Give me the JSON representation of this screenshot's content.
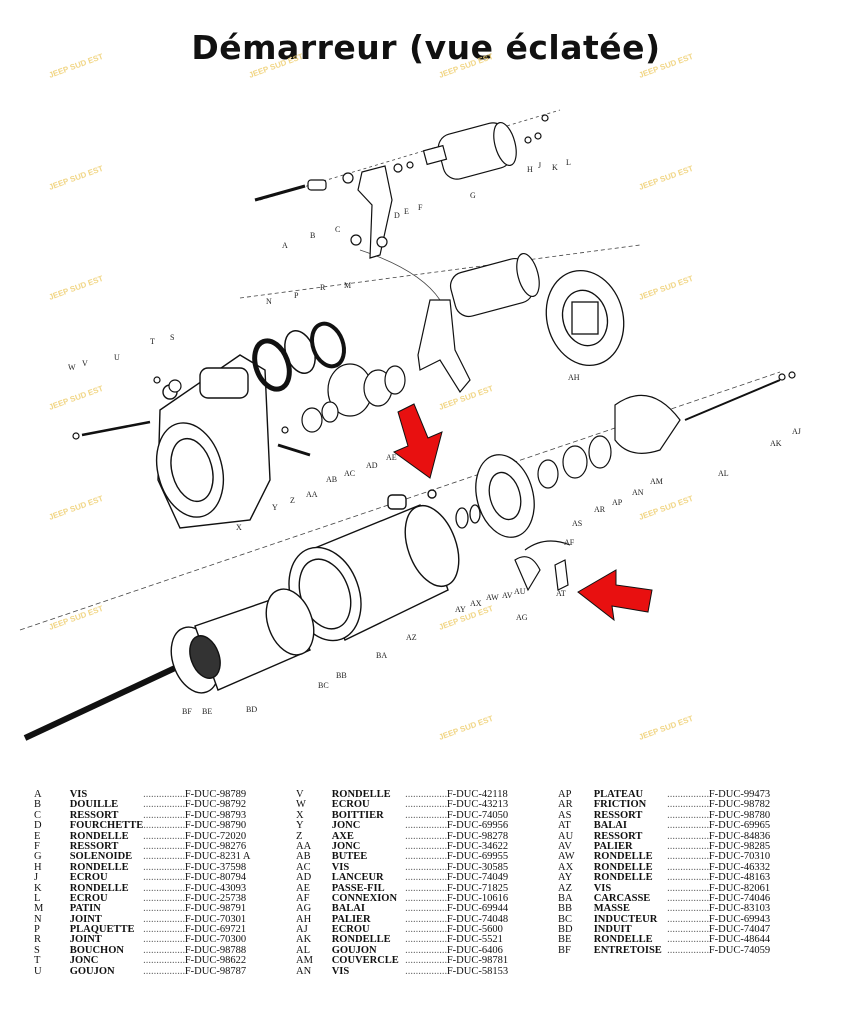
{
  "title": "Démarreur (vue éclatée)",
  "watermark": "JEEP SUD EST",
  "colors": {
    "arrow": "#e81010",
    "watermark": "#f0d27a",
    "ink": "#111111"
  },
  "labels": [
    "A",
    "B",
    "C",
    "D",
    "E",
    "F",
    "G",
    "H",
    "J",
    "K",
    "L",
    "M",
    "N",
    "P",
    "R",
    "S",
    "T",
    "U",
    "V",
    "W",
    "X",
    "Y",
    "Z",
    "AA",
    "AB",
    "AC",
    "AD",
    "AE",
    "AF",
    "AG",
    "AH",
    "AJ",
    "AK",
    "AL",
    "AM",
    "AN",
    "AP",
    "AR",
    "AS",
    "AT",
    "AU",
    "AV",
    "AW",
    "AX",
    "AY",
    "AZ",
    "BA",
    "BB",
    "BC",
    "BD",
    "BE",
    "BF"
  ],
  "parts_columns": [
    [
      {
        "code": "A",
        "name": "VIS",
        "ref": "F-DUC-98789"
      },
      {
        "code": "B",
        "name": "DOUILLE",
        "ref": "F-DUC-98792"
      },
      {
        "code": "C",
        "name": "RESSORT",
        "ref": "F-DUC-98793"
      },
      {
        "code": "D",
        "name": "FOURCHETTE",
        "ref": "F-DUC-98790"
      },
      {
        "code": "E",
        "name": "RONDELLE",
        "ref": "F-DUC-72020"
      },
      {
        "code": "F",
        "name": "RESSORT",
        "ref": "F-DUC-98276"
      },
      {
        "code": "G",
        "name": "SOLENOIDE",
        "ref": "F-DUC-8231 A"
      },
      {
        "code": "H",
        "name": "RONDELLE",
        "ref": "F-DUC-37598"
      },
      {
        "code": "J",
        "name": "ECROU",
        "ref": "F-DUC-80794"
      },
      {
        "code": "K",
        "name": "RONDELLE",
        "ref": "F-DUC-43093"
      },
      {
        "code": "L",
        "name": "ECROU",
        "ref": "F-DUC-25738"
      },
      {
        "code": "M",
        "name": "PATIN",
        "ref": "F-DUC-98791"
      },
      {
        "code": "N",
        "name": "JOINT",
        "ref": "F-DUC-70301"
      },
      {
        "code": "P",
        "name": "PLAQUETTE",
        "ref": "F-DUC-69721"
      },
      {
        "code": "R",
        "name": "JOINT",
        "ref": "F-DUC-70300"
      },
      {
        "code": "S",
        "name": "BOUCHON",
        "ref": "F-DUC-98788"
      },
      {
        "code": "T",
        "name": "JONC",
        "ref": "F-DUC-98622"
      },
      {
        "code": "U",
        "name": "GOUJON",
        "ref": "F-DUC-98787"
      }
    ],
    [
      {
        "code": "V",
        "name": "RONDELLE",
        "ref": "F-DUC-42118"
      },
      {
        "code": "W",
        "name": "ECROU",
        "ref": "F-DUC-43213"
      },
      {
        "code": "X",
        "name": "BOITTIER",
        "ref": "F-DUC-74050"
      },
      {
        "code": "Y",
        "name": "JONC",
        "ref": "F-DUC-69956"
      },
      {
        "code": "Z",
        "name": "AXE",
        "ref": "F-DUC-98278"
      },
      {
        "code": "AA",
        "name": "JONC",
        "ref": "F-DUC-34622"
      },
      {
        "code": "AB",
        "name": "BUTEE",
        "ref": "F-DUC-69955"
      },
      {
        "code": "AC",
        "name": "VIS",
        "ref": "F-DUC-30585"
      },
      {
        "code": "AD",
        "name": "LANCEUR",
        "ref": "F-DUC-74049"
      },
      {
        "code": "AE",
        "name": "PASSE-FIL",
        "ref": "F-DUC-71825"
      },
      {
        "code": "AF",
        "name": "CONNEXION",
        "ref": "F-DUC-10616"
      },
      {
        "code": "AG",
        "name": "BALAI",
        "ref": "F-DUC-69944"
      },
      {
        "code": "AH",
        "name": "PALIER",
        "ref": "F-DUC-74048"
      },
      {
        "code": "AJ",
        "name": "ECROU",
        "ref": "F-DUC-5600"
      },
      {
        "code": "AK",
        "name": "RONDELLE",
        "ref": "F-DUC-5521"
      },
      {
        "code": "AL",
        "name": "GOUJON",
        "ref": "F-DUC-6406"
      },
      {
        "code": "AM",
        "name": "COUVERCLE",
        "ref": "F-DUC-98781"
      },
      {
        "code": "AN",
        "name": "VIS",
        "ref": "F-DUC-58153"
      }
    ],
    [
      {
        "code": "AP",
        "name": "PLATEAU",
        "ref": "F-DUC-99473"
      },
      {
        "code": "AR",
        "name": "FRICTION",
        "ref": "F-DUC-98782"
      },
      {
        "code": "AS",
        "name": "RESSORT",
        "ref": "F-DUC-98780"
      },
      {
        "code": "AT",
        "name": "BALAI",
        "ref": "F-DUC-69965"
      },
      {
        "code": "AU",
        "name": "RESSORT",
        "ref": "F-DUC-84836"
      },
      {
        "code": "AV",
        "name": "PALIER",
        "ref": "F-DUC-98285"
      },
      {
        "code": "AW",
        "name": "RONDELLE",
        "ref": "F-DUC-70310"
      },
      {
        "code": "AX",
        "name": "RONDELLE",
        "ref": "F-DUC-46332"
      },
      {
        "code": "AY",
        "name": "RONDELLE",
        "ref": "F-DUC-48163"
      },
      {
        "code": "AZ",
        "name": "VIS",
        "ref": "F-DUC-82061"
      },
      {
        "code": "BA",
        "name": "CARCASSE",
        "ref": "F-DUC-74046"
      },
      {
        "code": "BB",
        "name": "MASSE",
        "ref": "F-DUC-83103"
      },
      {
        "code": "BC",
        "name": "INDUCTEUR",
        "ref": "F-DUC-69943"
      },
      {
        "code": "BD",
        "name": "INDUIT",
        "ref": "F-DUC-74047"
      },
      {
        "code": "BE",
        "name": "RONDELLE",
        "ref": "F-DUC-48644"
      },
      {
        "code": "BF",
        "name": "ENTRETOISE",
        "ref": "F-DUC-74059"
      }
    ]
  ]
}
